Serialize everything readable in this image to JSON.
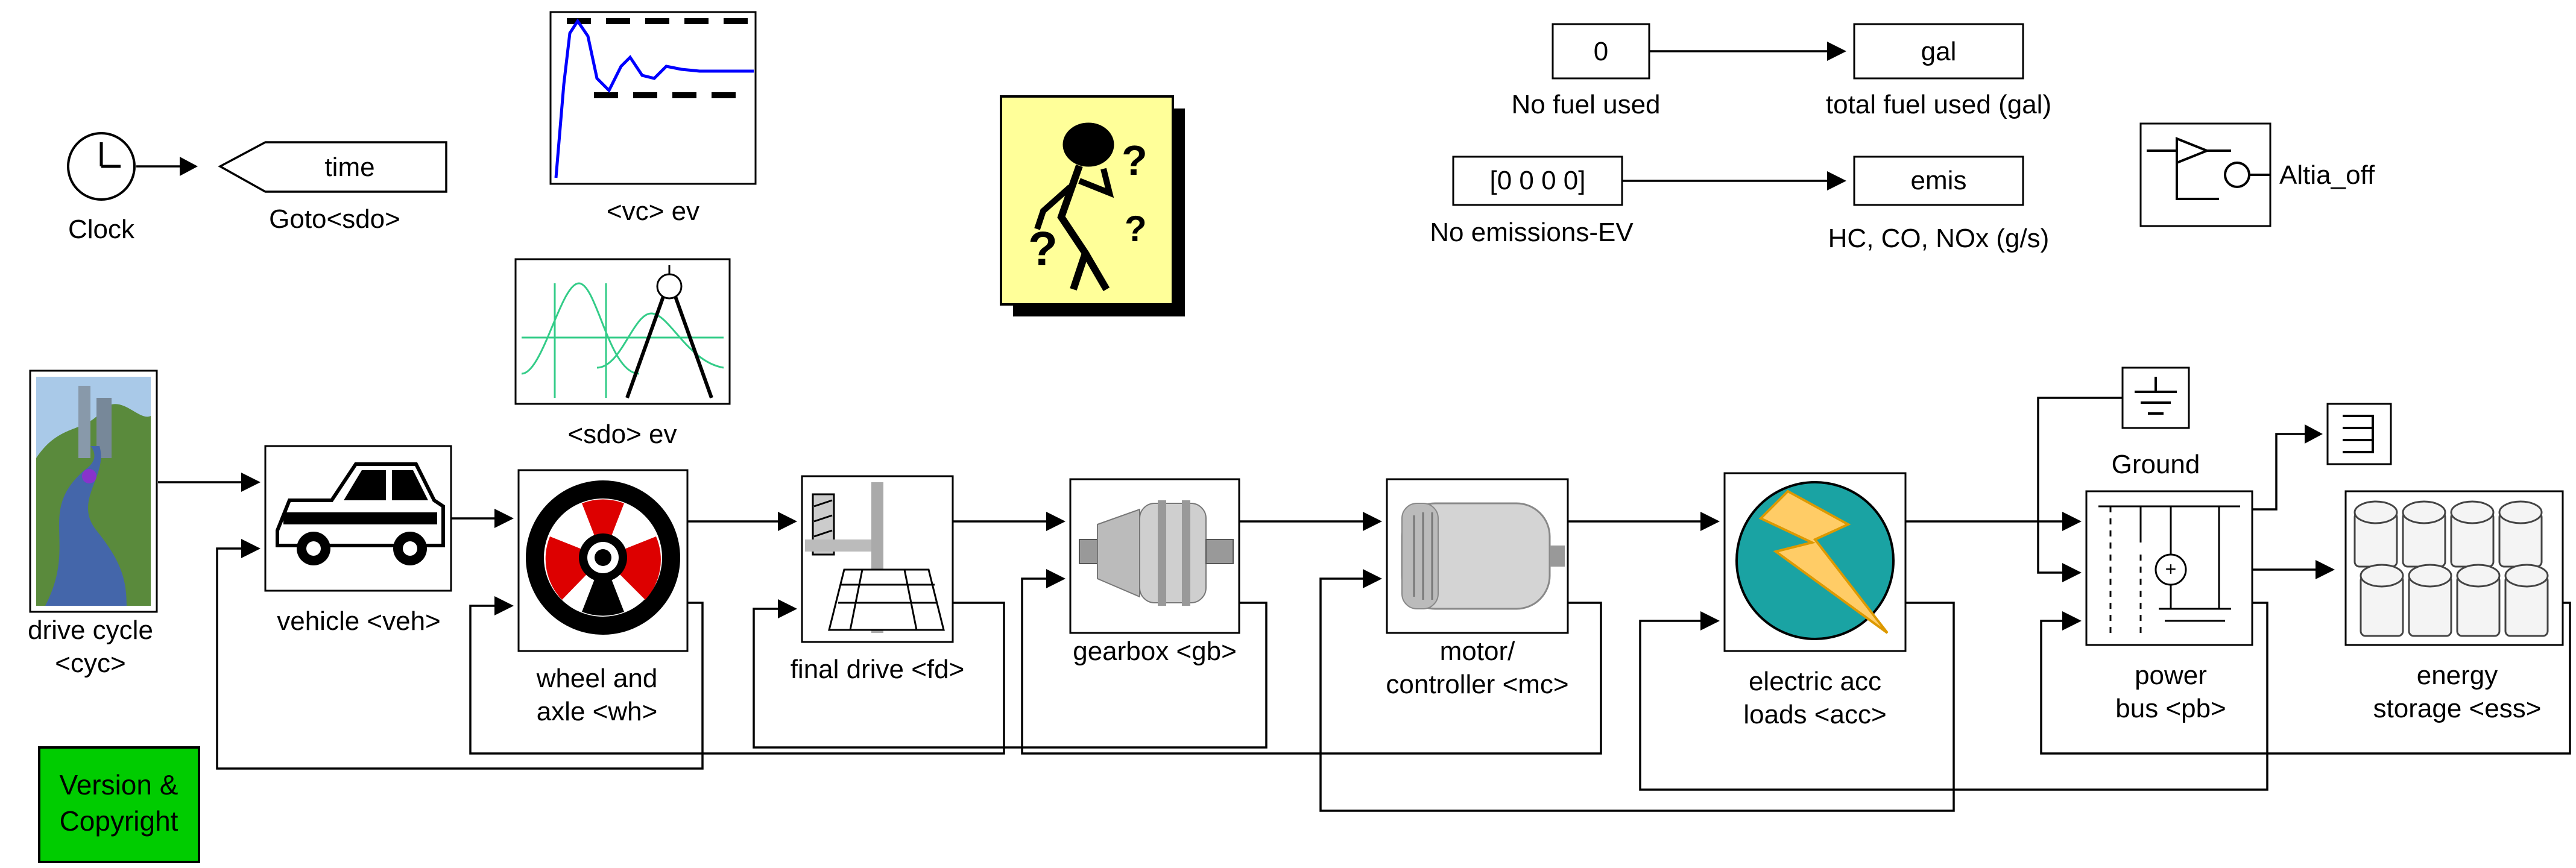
{
  "diagram": {
    "blocks": {
      "clock": {
        "label": "Clock"
      },
      "goto": {
        "text": "time",
        "label": "Goto<sdo>"
      },
      "scope_vc": {
        "label": "<vc> ev"
      },
      "scope_sdo": {
        "label": "<sdo> ev"
      },
      "const_fuel": {
        "value": "0",
        "label": "No fuel used"
      },
      "fuel_out": {
        "text": "gal",
        "label": "total fuel used (gal)"
      },
      "const_emis": {
        "value": "[0 0 0 0]",
        "label": "No emissions-EV"
      },
      "emis_out": {
        "text": "emis",
        "label": "HC, CO, NOx (g/s)"
      },
      "altia": {
        "label": "Altia_off"
      },
      "drive_cycle": {
        "label1": "drive cycle",
        "label2": "<cyc>"
      },
      "vehicle": {
        "label": "vehicle <veh>"
      },
      "wheel": {
        "label1": "wheel and",
        "label2": "axle <wh>"
      },
      "final_drive": {
        "label": "final drive <fd>"
      },
      "gearbox": {
        "label": "gearbox <gb>"
      },
      "motor": {
        "label1": "motor/",
        "label2": "controller <mc>"
      },
      "acc": {
        "label1": "electric acc",
        "label2": "loads <acc>"
      },
      "ground": {
        "label": "Ground"
      },
      "power_bus": {
        "label1": "power",
        "label2": "bus <pb>"
      },
      "ess": {
        "label1": "energy",
        "label2": "storage <ess>"
      },
      "version": {
        "line1": "Version &",
        "line2": "Copyright"
      }
    }
  },
  "colors": {
    "help_block": "#ffff99",
    "version_block": "#00cc00",
    "scope_trace": "#0000ff",
    "acc_circle": "#1aa3a3",
    "lightning": "#ffcc66",
    "wheel_red": "#dd0000"
  }
}
